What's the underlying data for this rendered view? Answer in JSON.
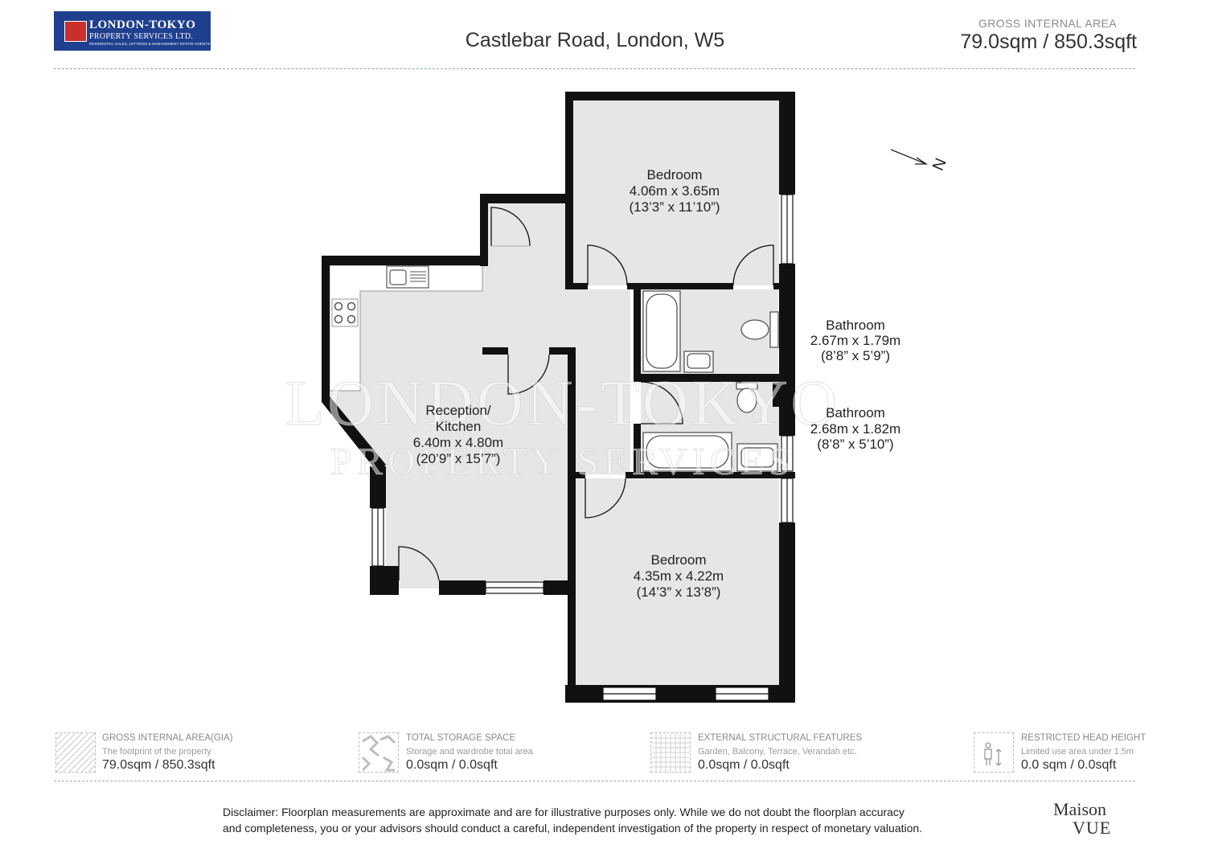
{
  "header": {
    "logo": {
      "line1": "LONDON-TOKYO",
      "line2": "PROPERTY SERVICES LTD.",
      "line3": "RESIDENTIAL SALES, LETTINGS & MANAGEMENT ESTATE AGENTS EST 1997"
    },
    "address": "Castlebar Road, London, W5",
    "gia_label": "GROSS INTERNAL AREA",
    "gia_value": "79.0sqm / 850.3sqft"
  },
  "compass": {
    "label": "N"
  },
  "watermark": {
    "line1": "LONDON-TOKYO",
    "line2": "PROPERTY SERVICES"
  },
  "rooms": [
    {
      "id": "bedroom-1",
      "name": "Bedroom",
      "metric": "4.06m x 3.65m",
      "imperial": "(13’3” x 11’10”)"
    },
    {
      "id": "bathroom-1",
      "name": "Bathroom",
      "metric": "2.67m x 1.79m",
      "imperial": "(8’8” x 5’9”)"
    },
    {
      "id": "bathroom-2",
      "name": "Bathroom",
      "metric": "2.68m x 1.82m",
      "imperial": "(8’8” x 5’10”)"
    },
    {
      "id": "reception-kitchen",
      "name1": "Reception/",
      "name2": "Kitchen",
      "metric": "6.40m x 4.80m",
      "imperial": "(20’9” x 15’7”)"
    },
    {
      "id": "bedroom-2",
      "name": "Bedroom",
      "metric": "4.35m x 4.22m",
      "imperial": "(14’3” x 13’8”)"
    }
  ],
  "legend": [
    {
      "title": "GROSS INTERNAL AREA(GIA)",
      "desc": "The footprint of the property",
      "value": "79.0sqm / 850.3sqft",
      "icon": "hatch-icon"
    },
    {
      "title": "TOTAL STORAGE SPACE",
      "desc": "Storage and wardrobe total area",
      "value": "0.0sqm / 0.0sqft",
      "icon": "storage-icon"
    },
    {
      "title": "EXTERNAL STRUCTURAL FEATURES",
      "desc": "Garden, Balcony, Terrace, Verandah etc.",
      "value": "0.0sqm / 0.0sqft",
      "icon": "grid-icon"
    },
    {
      "title": "RESTRICTED HEAD HEIGHT",
      "desc": "Limited use area under 1.5m",
      "value": "0.0 sqm / 0.0sqft",
      "icon": "person-icon"
    }
  ],
  "footer": {
    "disclaimer_line1": "Disclaimer: Floorplan measurements are approximate and are for illustrative purposes only. While we do not doubt the floorplan accuracy",
    "disclaimer_line2": "and completeness, you or your advisors should conduct a careful, independent investigation of the property in respect of monetary valuation.",
    "brand_line1": "Maison",
    "brand_line2": "VUE"
  }
}
